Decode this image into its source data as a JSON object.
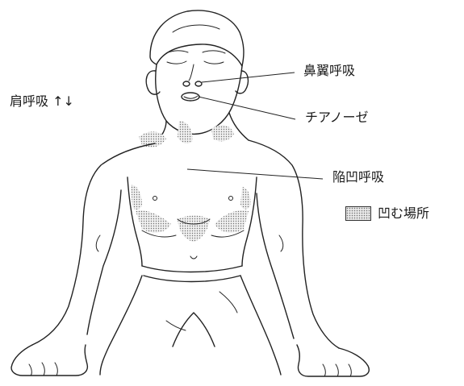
{
  "labels": {
    "shoulder_breathing": "肩呼吸 ↑↓",
    "nasal_flaring": "鼻翼呼吸",
    "cyanosis": "チアノーゼ",
    "retractive_breathing": "陥凹呼吸"
  },
  "legend": {
    "text": "凹む場所"
  },
  "colors": {
    "line": "#222222",
    "shading": "#b0b0b0"
  }
}
